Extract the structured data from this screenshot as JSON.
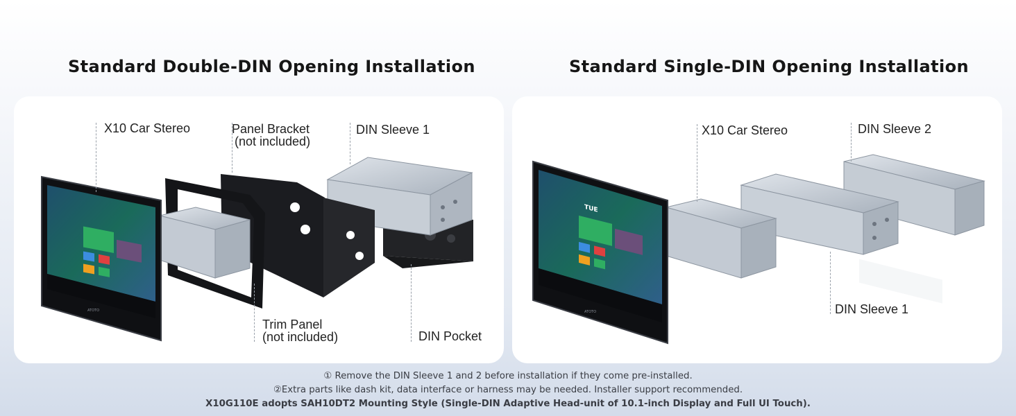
{
  "left": {
    "title": "Standard Double-DIN Opening Installation",
    "labels": {
      "stereo": "X10 Car Stereo",
      "bracket_line1": "Panel Bracket",
      "bracket_line2": "(not included)",
      "sleeve1": "DIN Sleeve 1",
      "trim_line1": "Trim Panel",
      "trim_line2": "(not included)",
      "pocket": "DIN Pocket"
    }
  },
  "right": {
    "title": "Standard Single-DIN Opening Installation",
    "labels": {
      "stereo": "X10 Car Stereo",
      "sleeve2": "DIN Sleeve 2",
      "sleeve1": "DIN Sleeve 1"
    }
  },
  "notes": {
    "line1": "① Remove the DIN Sleeve 1 and 2 before installation if they come pre-installed.",
    "line2": "②Extra parts like dash kit, data interface or harness may be needed. Installer support recommended.",
    "line3": "X10G110E adopts SAH10DT2 Mounting Style (Single-DIN Adaptive Head-unit of 10.1-inch Display and Full UI Touch)."
  },
  "screen": {
    "weather_value": "TUE",
    "brand": "ATOTO"
  },
  "colors": {
    "metal": "#c9d0d8",
    "metal_dark": "#9aa3ae",
    "bezel": "#15161a",
    "pocket": "#222326",
    "screen_green": "#2fae62",
    "screen_teal": "#18405a"
  }
}
